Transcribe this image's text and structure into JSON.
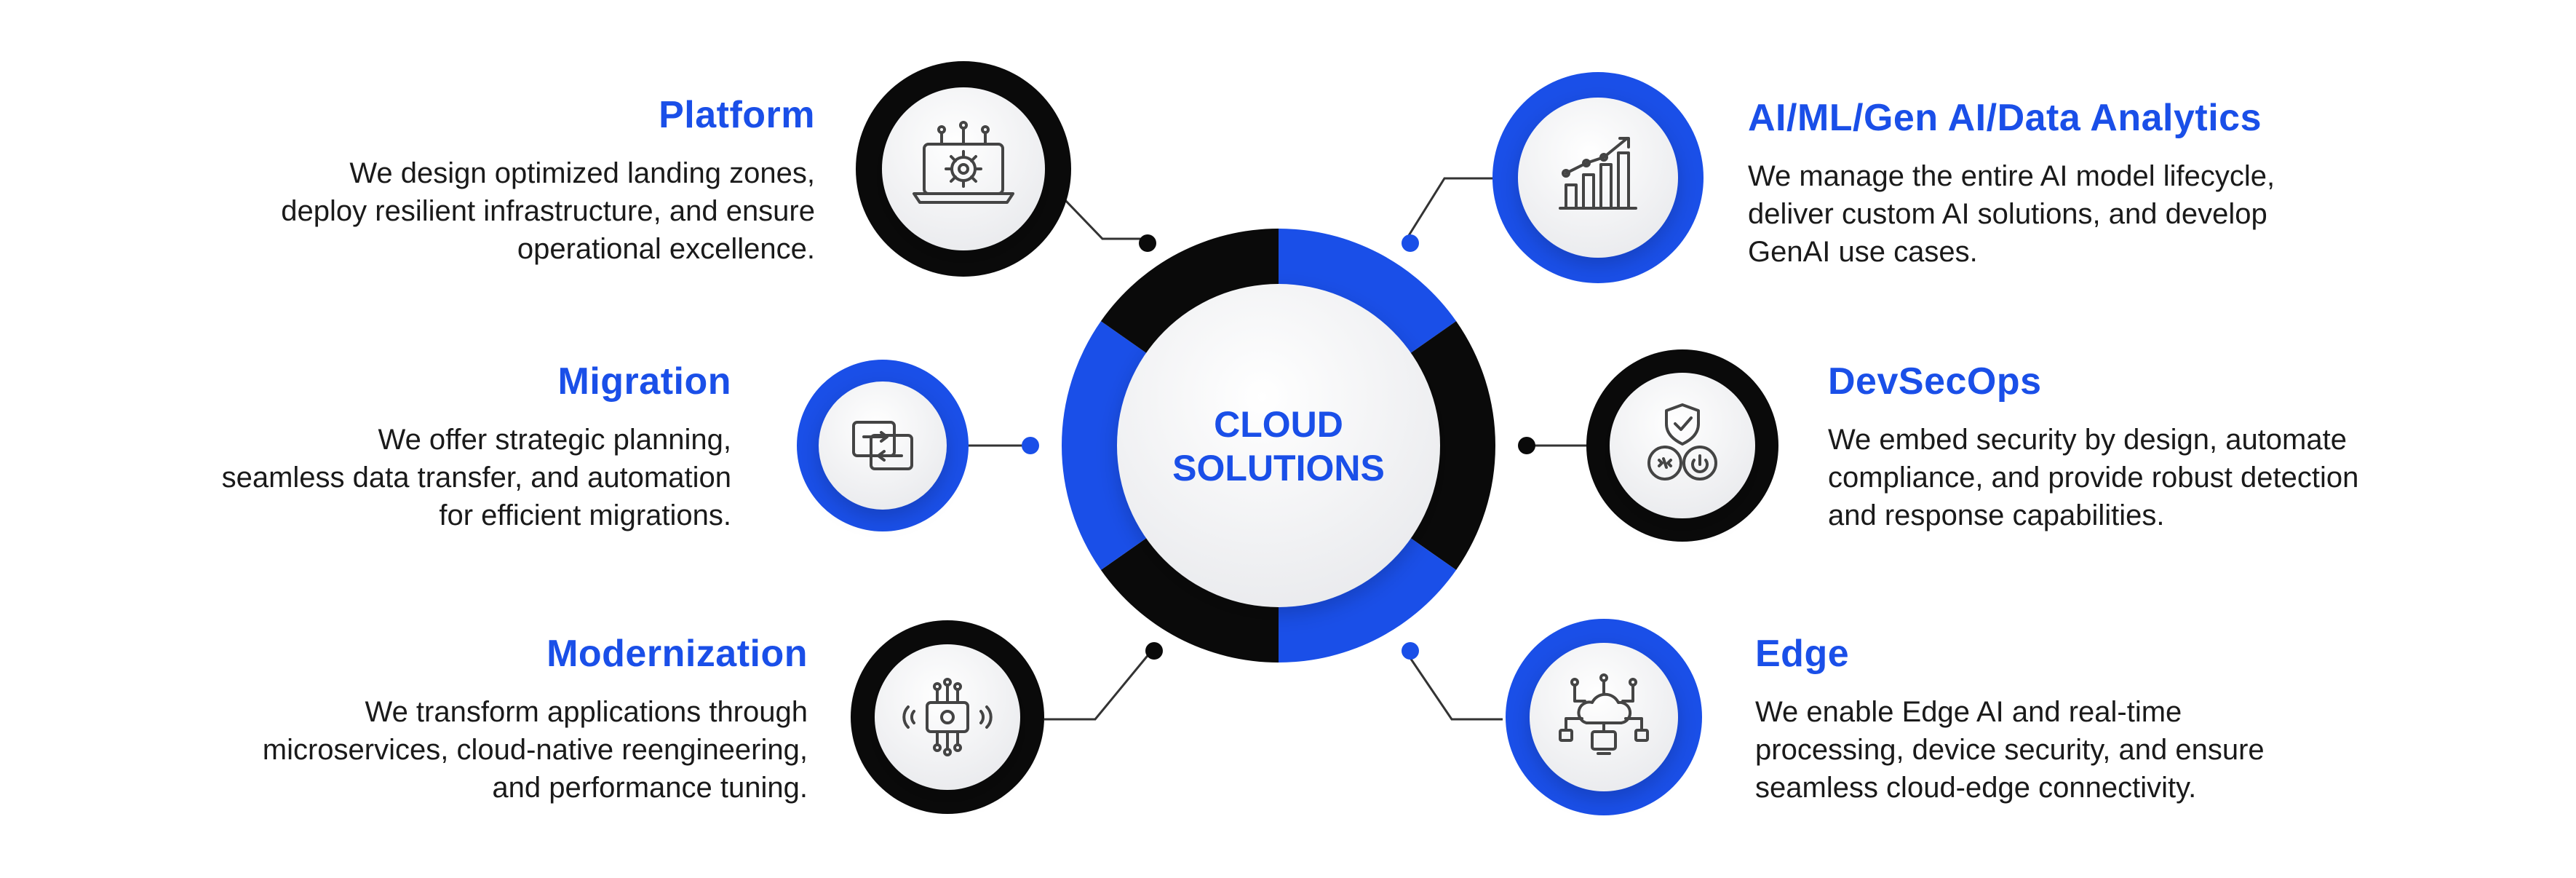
{
  "center": {
    "title_line1": "CLOUD",
    "title_line2": "SOLUTIONS"
  },
  "colors": {
    "blue": "#1a4fe8",
    "black": "#0a0a0a",
    "inner": "#f3f4f6"
  },
  "items": [
    {
      "key": "platform",
      "title": "Platform",
      "description": "We design optimized landing zones,\ndeploy resilient infrastructure, and ensure\noperational excellence.",
      "icon": "laptop-gear-icon",
      "ring_color": "black"
    },
    {
      "key": "migration",
      "title": "Migration",
      "description": "We offer strategic planning,\nseamless data transfer, and automation\nfor efficient migrations.",
      "icon": "transfer-arrows-icon",
      "ring_color": "blue"
    },
    {
      "key": "modernization",
      "title": "Modernization",
      "description": "We transform applications through\nmicroservices, cloud-native reengineering,\nand performance tuning.",
      "icon": "chip-network-icon",
      "ring_color": "black"
    },
    {
      "key": "ai",
      "title": "AI/ML/Gen AI/Data Analytics",
      "description": "We manage the entire AI model lifecycle,\ndeliver custom AI solutions, and develop\nGenAI use cases.",
      "icon": "bar-chart-trend-icon",
      "ring_color": "blue"
    },
    {
      "key": "devsecops",
      "title": "DevSecOps",
      "description": "We embed security by design, automate\ncompliance, and provide robust detection\nand response capabilities.",
      "icon": "shield-infinity-icon",
      "ring_color": "black"
    },
    {
      "key": "edge",
      "title": "Edge",
      "description": "We enable Edge AI and real-time\nprocessing, device security, and ensure\nseamless cloud-edge connectivity.",
      "icon": "cloud-edge-icon",
      "ring_color": "blue"
    }
  ]
}
